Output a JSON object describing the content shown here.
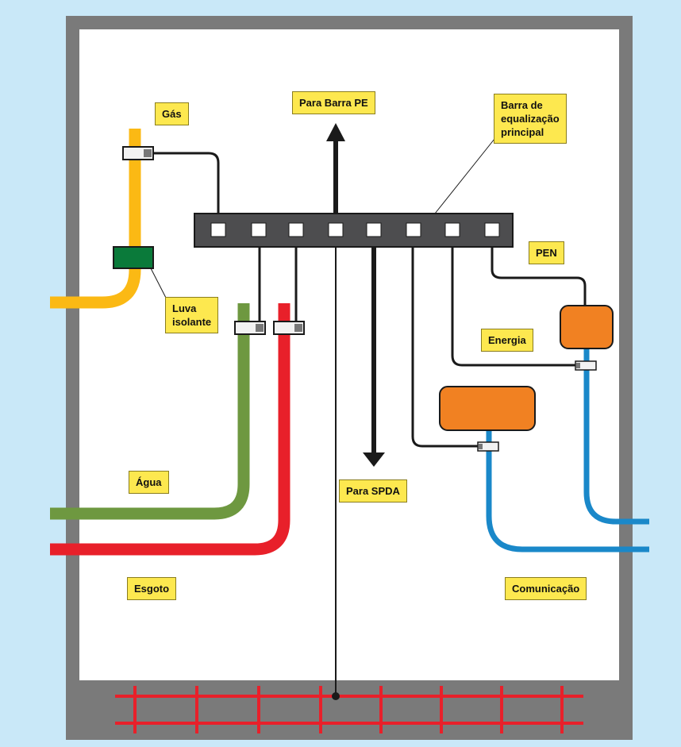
{
  "labels": {
    "gas": "Gás",
    "para_barra_pe": "Para Barra PE",
    "barra": "Barra de\nequalização\nprincipal",
    "pen": "PEN",
    "luva": "Luva\nisolante",
    "energia": "Energia",
    "agua": "Água",
    "para_spda": "Para SPDA",
    "esgoto": "Esgoto",
    "comunicacao": "Comunicação"
  },
  "colors": {
    "background": "#c9e8f8",
    "wall": "#7a7a7a",
    "room": "#ffffff",
    "gas_pipe": "#fbb914",
    "water_pipe": "#6e9840",
    "sewer_pipe": "#e8202a",
    "comm_pipe": "#1a88c9",
    "equipment": "#f18122",
    "insulating_sleeve": "#0a7a3a",
    "bar": "#4d4d4f",
    "label_fill": "#fde84f",
    "rebar": "#e8202a"
  }
}
